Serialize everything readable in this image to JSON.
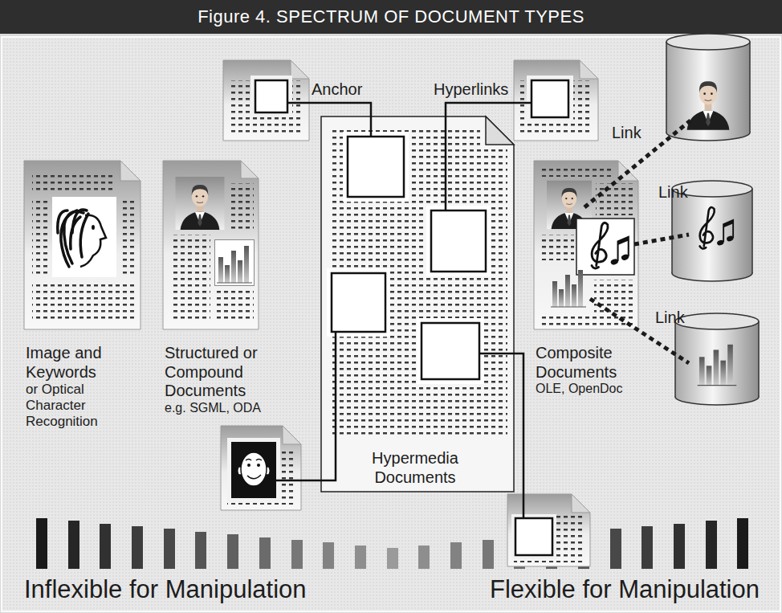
{
  "diagram": {
    "title": "Figure 4. SPECTRUM OF DOCUMENT TYPES",
    "nodes": [
      {
        "text": [
          "Image and Keywords",
          "or Optical Character Recognition"
        ]
      },
      {
        "text": [
          "Structured or Compound Documents",
          "e.g. SGML, ODA"
        ]
      },
      {
        "text": [
          "Hypermedia Documents"
        ]
      },
      {
        "text": [
          "Composite Documents",
          "OLE, OpenDoc"
        ]
      }
    ],
    "labels": [
      "Anchor",
      "Hyperlinks",
      "Link",
      "Link",
      "Link",
      "Inflexible for Manipulation",
      "Flexible for Manipulation"
    ]
  }
}
